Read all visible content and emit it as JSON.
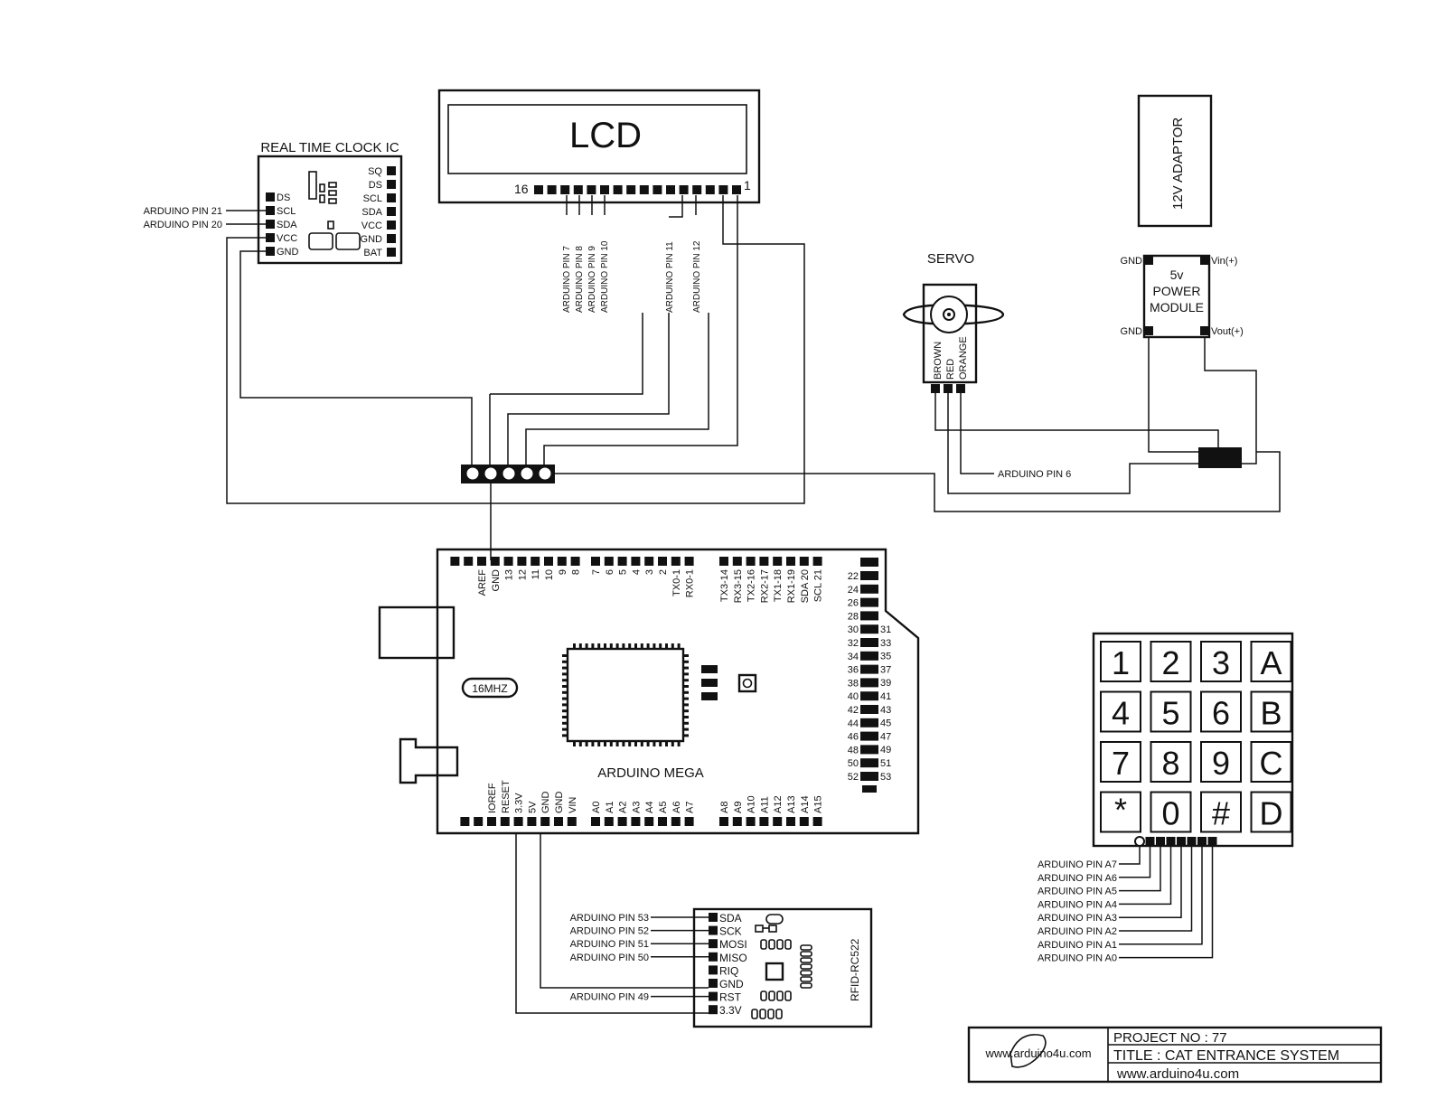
{
  "lcd": {
    "title": "LCD",
    "pin_first": "16",
    "pin_last": "1",
    "pins": [
      "ARDUINO PIN 7",
      "ARDUINO PIN 8",
      "ARDUINO PIN 9",
      "ARDUINO PIN 10",
      "ARDUINO PIN 11",
      "ARDUINO PIN 12"
    ]
  },
  "rtc": {
    "title": "REAL TIME CLOCK IC",
    "left_pins": [
      "DS",
      "SCL",
      "SDA",
      "VCC",
      "GND"
    ],
    "right_pins": [
      "SQ",
      "DS",
      "SCL",
      "SDA",
      "VCC",
      "GND",
      "BAT"
    ],
    "scl_label": "ARDUINO PIN 21",
    "sda_label": "ARDUINO PIN 20"
  },
  "servo": {
    "title": "SERVO",
    "wires": [
      "BROWN",
      "RED",
      "ORANGE"
    ],
    "signal_label": "ARDUINO PIN 6"
  },
  "adaptor": {
    "label": "12V   ADAPTOR"
  },
  "power": {
    "lines": [
      "5v",
      "POWER",
      "MODULE"
    ],
    "gnd_top": "GND",
    "gnd_bottom": "GND",
    "vin": "Vin(+)",
    "vout": "Vout(+)"
  },
  "mega": {
    "title": "ARDUINO MEGA",
    "crystal": "16MHZ",
    "top_left": [
      "AREF",
      "GND",
      "13",
      "12",
      "11",
      "10",
      "9",
      "8"
    ],
    "top_mid": [
      "7",
      "6",
      "5",
      "4",
      "3",
      "2",
      "TX0-1",
      "RX0-1"
    ],
    "top_right": [
      "TX3-14",
      "RX3-15",
      "TX2-16",
      "RX2-17",
      "TX1-18",
      "RX1-19",
      "SDA 20",
      "SCL 21"
    ],
    "right_left": [
      "22",
      "24",
      "26",
      "28",
      "30",
      "32",
      "34",
      "36",
      "38",
      "40",
      "42",
      "44",
      "46",
      "48",
      "50",
      "52"
    ],
    "right_right": [
      "31",
      "33",
      "35",
      "37",
      "39",
      "41",
      "43",
      "45",
      "47",
      "49",
      "51",
      "53"
    ],
    "bottom_power": [
      "IOREF",
      "RESET",
      "3.3V",
      "5V",
      "GND",
      "GND",
      "VIN"
    ],
    "bottom_analog1": [
      "A0",
      "A1",
      "A2",
      "A3",
      "A4",
      "A5",
      "A6",
      "A7"
    ],
    "bottom_analog2": [
      "A8",
      "A9",
      "A10",
      "A11",
      "A12",
      "A13",
      "A14",
      "A15"
    ]
  },
  "rfid": {
    "title": "RFID-RC522",
    "pins": [
      "SDA",
      "SCK",
      "MOSI",
      "MISO",
      "RIQ",
      "GND",
      "RST",
      "3.3V"
    ],
    "labels": [
      "ARDUINO PIN 53",
      "ARDUINO PIN 52",
      "ARDUINO PIN 51",
      "ARDUINO PIN 50",
      "",
      "",
      "ARDUINO PIN 49",
      ""
    ]
  },
  "keypad": {
    "keys": [
      "1",
      "2",
      "3",
      "A",
      "4",
      "5",
      "6",
      "B",
      "7",
      "8",
      "9",
      "C",
      "*",
      "0",
      "#",
      "D"
    ],
    "labels": [
      "ARDUINO PIN A7",
      "ARDUINO PIN A6",
      "ARDUINO PIN A5",
      "ARDUINO PIN A4",
      "ARDUINO PIN A3",
      "ARDUINO PIN A2",
      "ARDUINO PIN A1",
      "ARDUINO PIN A0"
    ]
  },
  "titleblock": {
    "logo_text": "www.arduino4u.com",
    "project": "PROJECT NO : 77",
    "title": "TITLE : CAT ENTRANCE SYSTEM",
    "url": "www.arduino4u.com"
  }
}
